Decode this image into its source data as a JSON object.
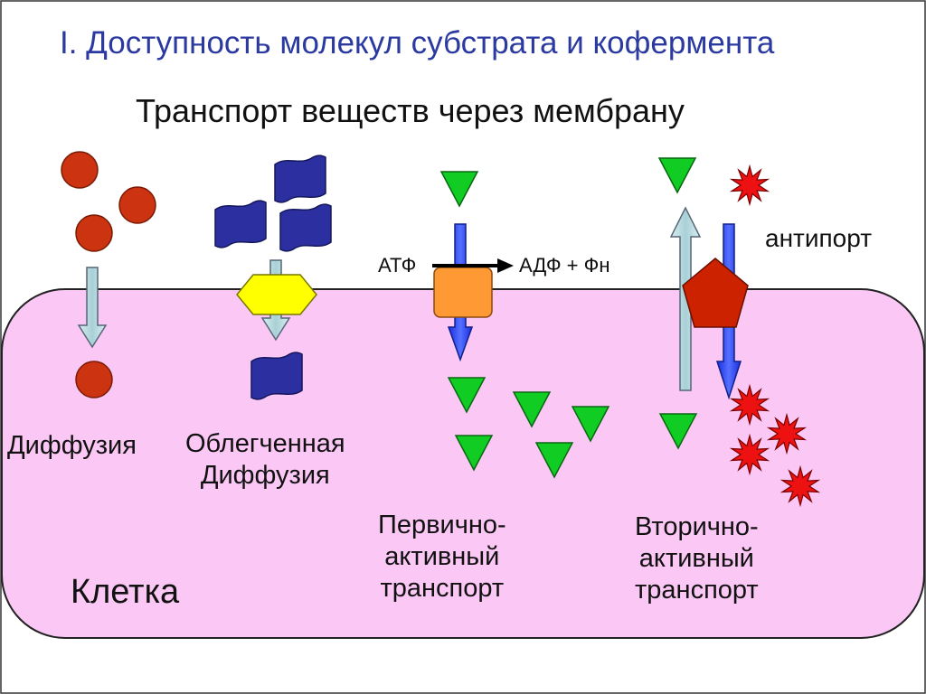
{
  "title": "I. Доступность молекул субстрата и кофермента",
  "subtitle": "Транспорт веществ через мембрану",
  "labels": {
    "diffusion": "Диффузия",
    "facilitated_line1": "Облегченная",
    "facilitated_line2": "Диффузия",
    "primary_line1": "Первично-",
    "primary_line2": "активный",
    "primary_line3": "транспорт",
    "secondary_line1": "Вторично-",
    "secondary_line2": "активный",
    "secondary_line3": "транспорт",
    "antiport": "антипорт",
    "cell": "Клетка",
    "atp": "АТФ",
    "adp": "АДФ + Фн"
  },
  "colors": {
    "cell_fill": "#fbc8f5",
    "molecule_red": "#cc3311",
    "molecule_blue": "#2b2fa0",
    "channel_yellow": "#ffff00",
    "pump_orange": "#ff9933",
    "triangle_green": "#11cc22",
    "star_red": "#ee1111",
    "arrow_blue": "#2244ee",
    "arrow_light": "#cce8ec",
    "pentagon_red": "#cc2200"
  }
}
